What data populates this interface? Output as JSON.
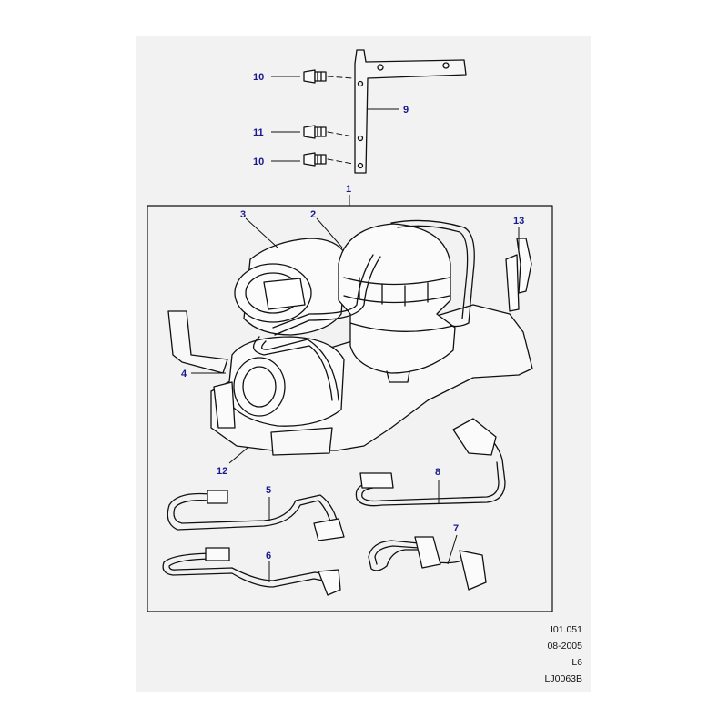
{
  "callouts": {
    "c1": "1",
    "c2": "2",
    "c3": "3",
    "c4": "4",
    "c5": "5",
    "c6": "6",
    "c7": "7",
    "c8": "8",
    "c9": "9",
    "c10a": "10",
    "c10b": "10",
    "c11": "11",
    "c12": "12",
    "c13": "13"
  },
  "reference": {
    "code": "I01.051",
    "date": "08-2005",
    "model": "L6",
    "drawing_id": "LJ0063B"
  }
}
